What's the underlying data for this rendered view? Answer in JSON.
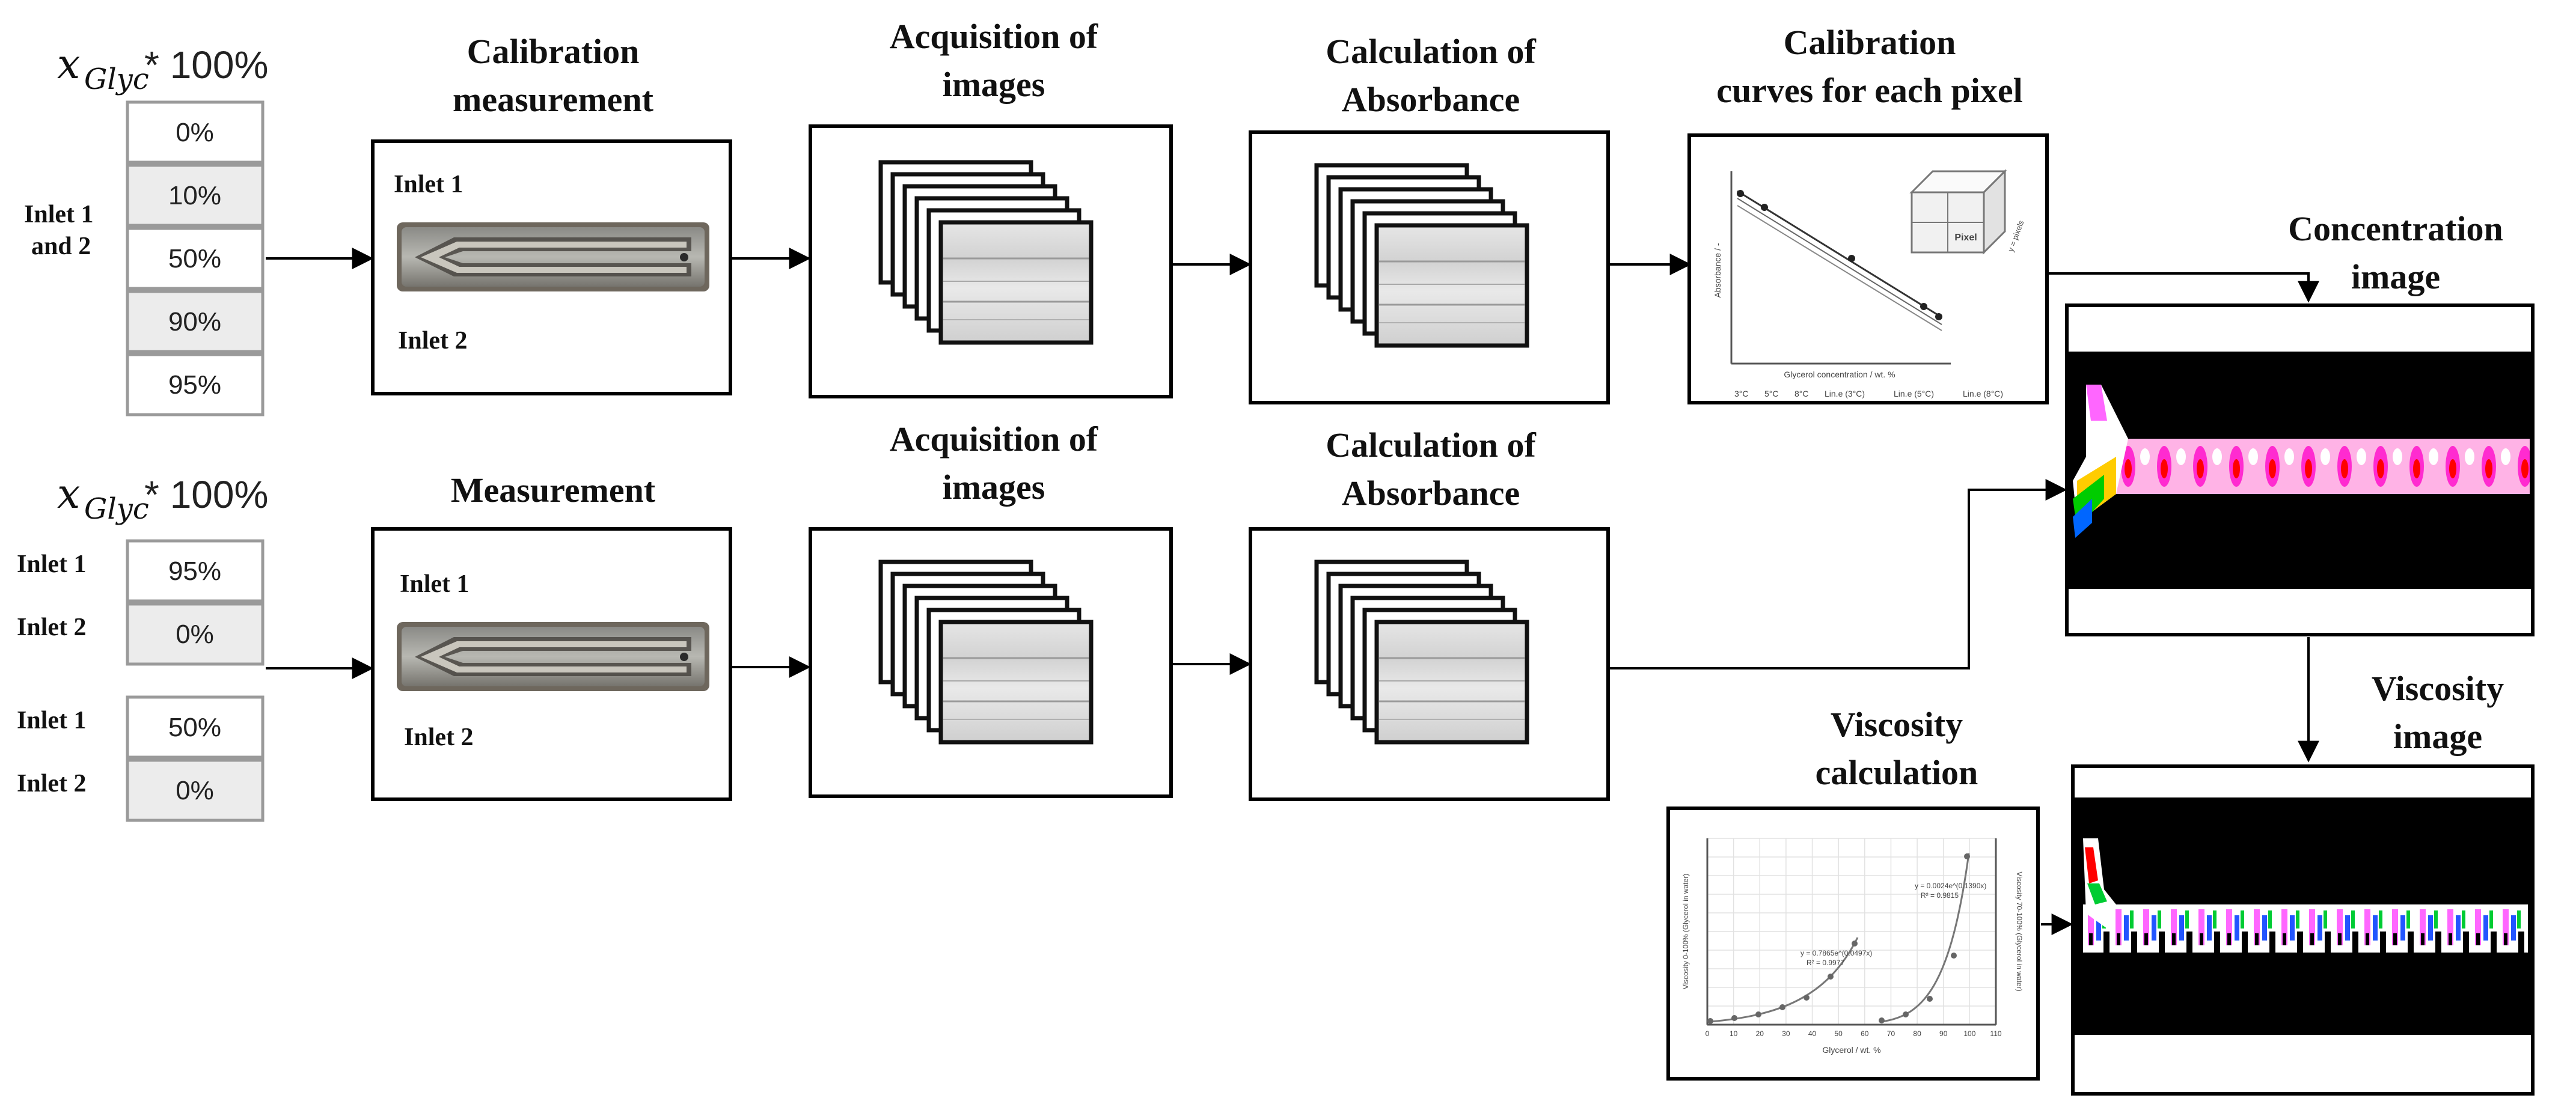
{
  "formula": {
    "var": "x",
    "sub": "Glyc",
    "rest": " * 100%"
  },
  "calibration_row": {
    "inlet_label_line1": "Inlet 1",
    "inlet_label_line2": "and 2",
    "percentages": [
      "0%",
      "10%",
      "50%",
      "90%",
      "95%"
    ],
    "step1_title": [
      "Calibration",
      "measurement"
    ],
    "step2_title": [
      "Acquisition of",
      "images"
    ],
    "step3_title": [
      "Calculation of",
      "Absorbance"
    ],
    "step4_title": [
      "Calibration",
      "curves for each pixel"
    ],
    "chip_inlet1": "Inlet 1",
    "chip_inlet2": "Inlet 2"
  },
  "measurement_row": {
    "groups": [
      {
        "inlet1": "Inlet 1",
        "inlet1_value": "95%",
        "inlet2": "Inlet 2",
        "inlet2_value": "0%"
      },
      {
        "inlet1": "Inlet 1",
        "inlet1_value": "50%",
        "inlet2": "Inlet 2",
        "inlet2_value": "0%"
      }
    ],
    "step1_title": "Measurement",
    "step2_title": [
      "Acquisition of",
      "images"
    ],
    "step3_title": [
      "Calculation of",
      "Absorbance"
    ],
    "chip_inlet1": "Inlet 1",
    "chip_inlet2": "Inlet 2"
  },
  "outputs": {
    "concentration_title": [
      "Concentration",
      "image"
    ],
    "viscosity_title": [
      "Viscosity",
      "image"
    ],
    "viscosity_calc_title": [
      "Viscosity",
      "calculation"
    ]
  },
  "calibration_plot": {
    "xlabel": "Glycerol concentration / wt. %",
    "ylabel": "Absorbance / -",
    "legend": [
      "3°C",
      "5°C",
      "8°C",
      "Lin.e (3°C)",
      "Lin.e (5°C)",
      "Lin.e (8°C)"
    ],
    "cube_label": "Pixel",
    "cube_axis": "y = pixels"
  },
  "viscosity_plot": {
    "xlabel": "Glycerol / wt. %",
    "ylabel_left": "Viscosity 0-100% (Glycerol in water)",
    "ylabel_right": "Viscosity 70-100% (Glycerol in water)",
    "fit1_eq": "y = 0.7865e^(0.0497x)",
    "fit1_r2": "R² = 0.9977",
    "fit2_eq": "y = 0.0024e^(0.1390x)",
    "fit2_r2": "R² = 0.9815",
    "x_ticks": [
      "0",
      "10",
      "20",
      "30",
      "40",
      "50",
      "60",
      "70",
      "80",
      "90",
      "100",
      "110"
    ]
  },
  "colors": {
    "box_border": "#000000",
    "cell_fill_alt": "#ececec",
    "cell_border": "#9a9a9a",
    "colormap": [
      "#ffffff",
      "#ff66ff",
      "#ff00cc",
      "#ff0000",
      "#ffcc00",
      "#00ff00",
      "#0055ff"
    ]
  }
}
